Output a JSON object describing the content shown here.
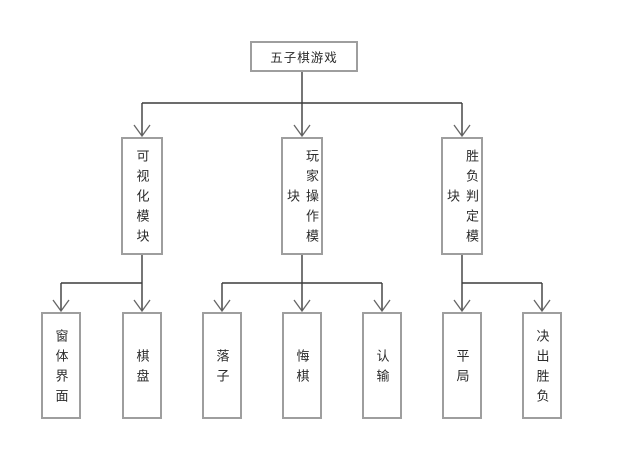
{
  "diagram": {
    "title_hint": "module structure chart of a gomoku game",
    "background": "#ffffff",
    "colors": {
      "box_border": "#9e9e9e",
      "connector_line": "#3c3c3c",
      "arrowhead": "#666666",
      "text": "#2b2b2b"
    },
    "nodes": {
      "root": "五子棋游戏",
      "module1": "可视化模块",
      "module2": "玩家操作模块",
      "module3": "胜负判定模块",
      "leaf1": "窗体界面",
      "leaf2": "棋盘",
      "leaf3": "落子",
      "leaf4": "悔棋",
      "leaf5": "认输",
      "leaf6": "平局",
      "leaf7": "决出胜负"
    },
    "hierarchy": [
      {
        "parent": "五子棋游戏",
        "children": [
          "可视化模块",
          "玩家操作模块",
          "胜负判定模块"
        ]
      },
      {
        "parent": "可视化模块",
        "children": [
          "窗体界面",
          "棋盘"
        ]
      },
      {
        "parent": "玩家操作模块",
        "children": [
          "落子",
          "悔棋",
          "认输"
        ]
      },
      {
        "parent": "胜负判定模块",
        "children": [
          "平局",
          "决出胜负"
        ]
      }
    ]
  }
}
